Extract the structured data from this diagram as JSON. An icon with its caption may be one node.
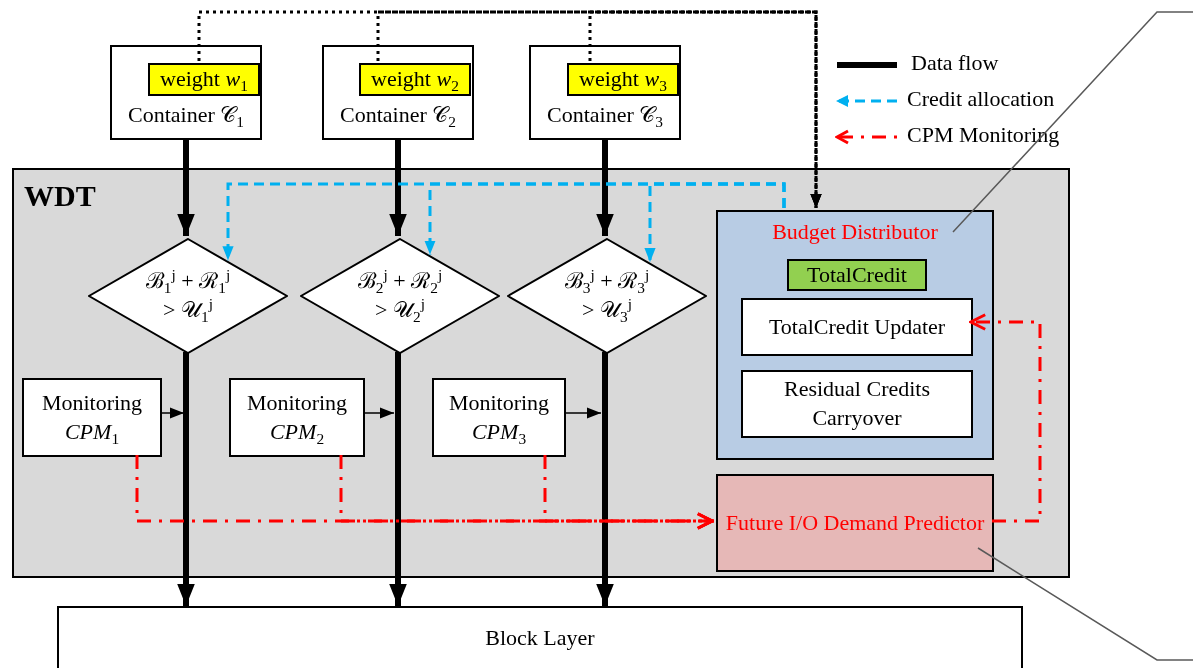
{
  "diagram": {
    "nodes": [
      {
        "text": [
          "Container 𝒞$_{1}$"
        ]
      },
      {
        "text": [
          "weight *w*$_{1}$"
        ],
        "in": 0
      },
      {
        "text": [
          "Container 𝒞$_{2}$"
        ]
      },
      {
        "text": [
          "weight *w*$_{2}$"
        ],
        "in": 2
      },
      {
        "text": [
          "Container 𝒞$_{3}$"
        ]
      },
      {
        "text": [
          "weight *w*$_{3}$"
        ],
        "in": 4
      },
      {
        "text": [
          "WDT"
        ]
      },
      {
        "text": [
          "ℬ$_{1}$$^{j}$ + ℛ$_{1}$$^{j}$ > 𝒰$_{1}$$^{j}$"
        ],
        "in": 6
      },
      {
        "text": [
          "ℬ$_{2}$$^{j}$ + ℛ$_{2}$$^{j}$ > 𝒰$_{2}$$^{j}$"
        ],
        "in": 6
      },
      {
        "text": [
          "ℬ$_{3}$$^{j}$ + ℛ$_{3}$$^{j}$ > 𝒰$_{3}$$^{j}$"
        ],
        "in": 6
      },
      {
        "text": [
          "Monitoring *CPM*$_{1}$"
        ],
        "in": 6
      },
      {
        "text": [
          "Monitoring *CPM*$_{2}$"
        ],
        "in": 6
      },
      {
        "text": [
          "Monitoring *CPM*$_{3}$"
        ],
        "in": 6
      },
      {
        "text": [
          "Budget Distributor"
        ],
        "in": 6
      },
      {
        "text": [
          "TotalCredit"
        ],
        "in": 13
      },
      {
        "text": [
          "TotalCredit Updater"
        ],
        "in": 13
      },
      {
        "text": [
          "Residual Credits Carryover"
        ],
        "in": 13
      },
      {
        "text": [
          "Future I/O Demand Predictor"
        ],
        "in": 6
      },
      {
        "text": [
          "Block Layer"
        ]
      }
    ],
    "edges": [
      {
        "from": 0,
        "to": 7,
        "arrow": "to",
        "style": "thick"
      },
      {
        "from": 2,
        "to": 8,
        "arrow": "to",
        "style": "thick"
      },
      {
        "from": 4,
        "to": 9,
        "arrow": "to",
        "style": "thick"
      },
      {
        "from": 7,
        "to": 18,
        "arrow": "to",
        "style": "thick"
      },
      {
        "from": 8,
        "to": 18,
        "arrow": "to",
        "style": "thick"
      },
      {
        "from": 9,
        "to": 18,
        "arrow": "to",
        "style": "thick"
      },
      {
        "from": 10,
        "to": null,
        "arrow": "to"
      },
      {
        "from": 11,
        "to": null,
        "arrow": "to"
      },
      {
        "from": 12,
        "to": null,
        "arrow": "to"
      },
      {
        "from": 1,
        "to": 13,
        "arrow": "to",
        "style": "dashed"
      },
      {
        "from": 3,
        "to": 13,
        "arrow": "to",
        "style": "dashed"
      },
      {
        "from": 5,
        "to": 13,
        "arrow": "to",
        "style": "dashed"
      },
      {
        "from": 13,
        "to": 7,
        "arrow": "to",
        "style": "dashed",
        "color": "#00b0f0"
      },
      {
        "from": 13,
        "to": 8,
        "arrow": "to",
        "style": "dashed",
        "color": "#00b0f0"
      },
      {
        "from": 13,
        "to": 9,
        "arrow": "to",
        "style": "dashed",
        "color": "#00b0f0"
      },
      {
        "from": 10,
        "to": 17,
        "arrow": "to",
        "style": "dashed",
        "color": "#ff0000"
      },
      {
        "from": 11,
        "to": 17,
        "arrow": "to",
        "style": "dashed",
        "color": "#ff0000"
      },
      {
        "from": 12,
        "to": 17,
        "arrow": "to",
        "style": "dashed",
        "color": "#ff0000"
      },
      {
        "from": 17,
        "to": 15,
        "arrow": "to",
        "style": "dashed",
        "color": "#ff0000"
      },
      {
        "from": 13,
        "to": null,
        "arrow": "none",
        "color": "#595959"
      },
      {
        "from": 17,
        "to": null,
        "arrow": "none",
        "color": "#595959"
      }
    ],
    "legend": [
      {
        "text": "Data flow"
      },
      {
        "text": "Credit allocation"
      },
      {
        "text": "CPM Monitoring"
      }
    ]
  }
}
